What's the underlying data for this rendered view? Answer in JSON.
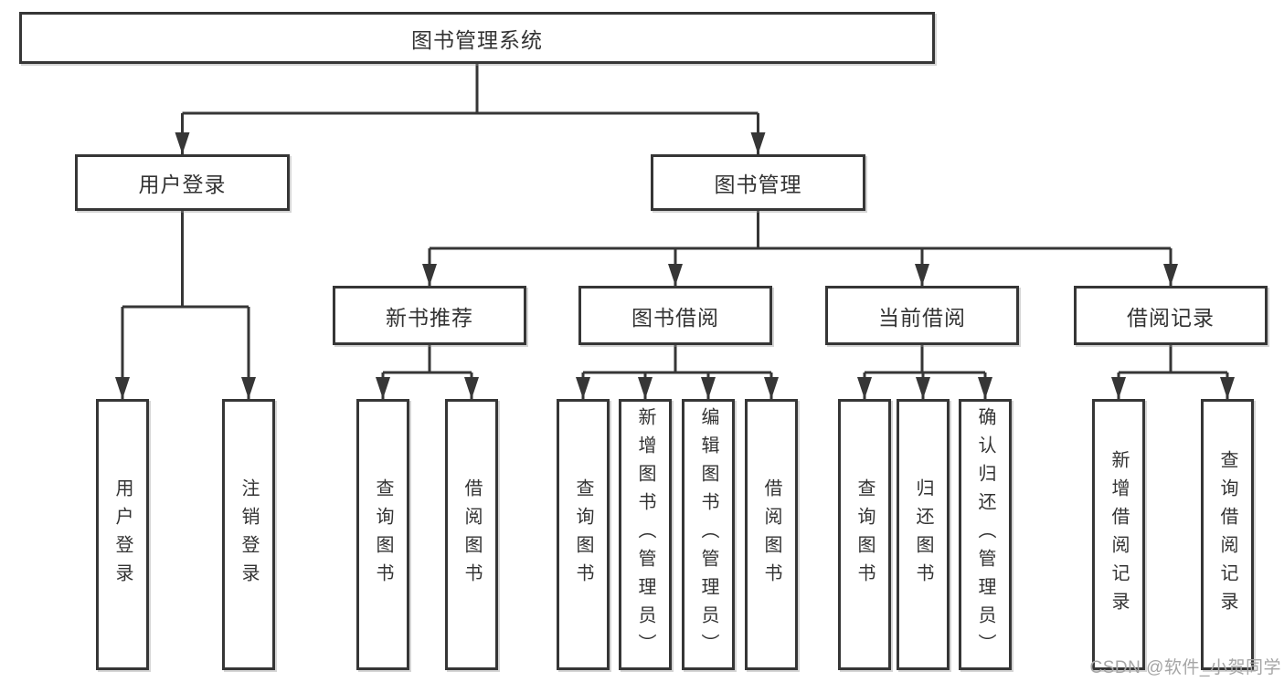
{
  "colors": {
    "line": "#363636",
    "text": "#333333",
    "box_background": "#ffffff",
    "watermark": "#a6a6a6",
    "background": "#ffffff"
  },
  "tree": {
    "root": "图书管理系统",
    "children": [
      {
        "label": "用户登录",
        "children": [
          "用户登录",
          "注销登录"
        ]
      },
      {
        "label": "图书管理",
        "children": [
          {
            "label": "新书推荐",
            "children": [
              "查询图书",
              "借阅图书"
            ]
          },
          {
            "label": "图书借阅",
            "children": [
              "查询图书",
              "新增图书（管理员）",
              "编辑图书（管理员）",
              "借阅图书"
            ]
          },
          {
            "label": "当前借阅",
            "children": [
              "查询图书",
              "归还图书",
              "确认归还（管理员）"
            ]
          },
          {
            "label": "借阅记录",
            "children": [
              "新增借阅记录",
              "查询借阅记录"
            ]
          }
        ]
      }
    ]
  },
  "watermark": {
    "text": "CSDN @软件_小贺同学"
  }
}
